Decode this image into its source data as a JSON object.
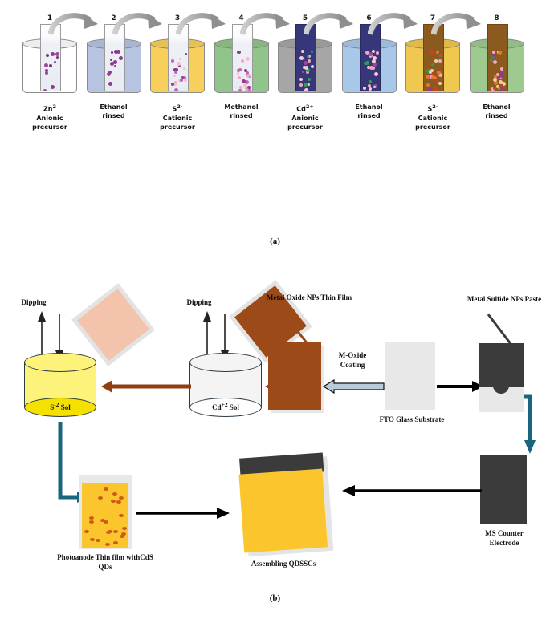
{
  "figure": {
    "panel_a_label": "(a)",
    "panel_b_label": "(b)"
  },
  "panel_a": {
    "title_hidden": "SILAR deposition cycle",
    "steps": [
      {
        "number": "1",
        "line1": "Zn",
        "sup1": "2",
        "line2": "Anionic",
        "line3": "precursor",
        "beaker_color": "#ffffff",
        "slide": "light",
        "dots": "purple"
      },
      {
        "number": "2",
        "line1": "Ethanol",
        "sup1": "",
        "line2": "rinsed",
        "line3": "",
        "beaker_color": "#b6c4e2",
        "slide": "light",
        "dots": "purple"
      },
      {
        "number": "3",
        "line1": "S",
        "sup1": "2-",
        "line2": "Cationic",
        "line3": "precursor",
        "beaker_color": "#f7cf5a",
        "slide": "light",
        "dots": "purple-pink"
      },
      {
        "number": "4",
        "line1": "Methanol",
        "sup1": "",
        "line2": "rinsed",
        "line3": "",
        "beaker_color": "#91c48a",
        "slide": "light",
        "dots": "purple-pink"
      },
      {
        "number": "5",
        "line1": "Cd",
        "sup1": "2+",
        "line2": "Anionic",
        "line3": "precursor",
        "beaker_color": "#a6a6a6",
        "slide": "dark",
        "dots": "green-pink"
      },
      {
        "number": "6",
        "line1": "Ethanol",
        "sup1": "",
        "line2": "rinsed",
        "line3": "",
        "beaker_color": "#a8c8ea",
        "slide": "dark",
        "dots": "green-pink"
      },
      {
        "number": "7",
        "line1": "S",
        "sup1": "2-",
        "line2": "Cationic",
        "line3": "precursor",
        "beaker_color": "#f0c850",
        "slide": "brown",
        "dots": "multi"
      },
      {
        "number": "8",
        "line1": "Ethanol",
        "sup1": "",
        "line2": "rinsed",
        "line3": "",
        "beaker_color": "#9ec98f",
        "slide": "brown",
        "dots": "multi"
      }
    ],
    "arrow_count": 7,
    "arrow_color": "#9e9e9e"
  },
  "panel_b": {
    "dipping_label_1": "Dipping",
    "dipping_label_2": "Dipping",
    "sol_s": {
      "name": "S",
      "sup": "-2",
      "suffix": " Sol",
      "color": "#fdf37a",
      "base_color": "#f5e100"
    },
    "sol_cd": {
      "name": "Cd",
      "sup": "+2",
      "suffix": " Sol",
      "color": "#f4f4f4",
      "base_color": "#ffffff"
    },
    "metal_oxide_film_label": "Metal Oxide NPs Thin Film",
    "metal_sulfide_paste_label": "Metal Sulfide NPs Paste",
    "m_oxide_coating_label_1": "M-Oxide",
    "m_oxide_coating_label_2": "Coating",
    "fto_label": "FTO Glass Substrate",
    "photoanode_label_1": "Photoanode Thin film withCdS",
    "photoanode_label_2": "QDs",
    "assembling_label": "Assembling QDSSCs",
    "counter_electrode_label_1": "MS Counter",
    "counter_electrode_label_2": "Electrode",
    "colors": {
      "brown": "#9c4a18",
      "peach": "#f3c3ab",
      "dark_grey": "#3b3b3b",
      "light_grey": "#e8e8e8",
      "teal_pipe": "#19647e",
      "yellow_cell": "#fbc52d",
      "qd_orange": "#cf5a15",
      "arrow_black": "#000000",
      "arrow_brown": "#8f3f12",
      "arrow_outline_fill": "#b8cbd8"
    }
  }
}
